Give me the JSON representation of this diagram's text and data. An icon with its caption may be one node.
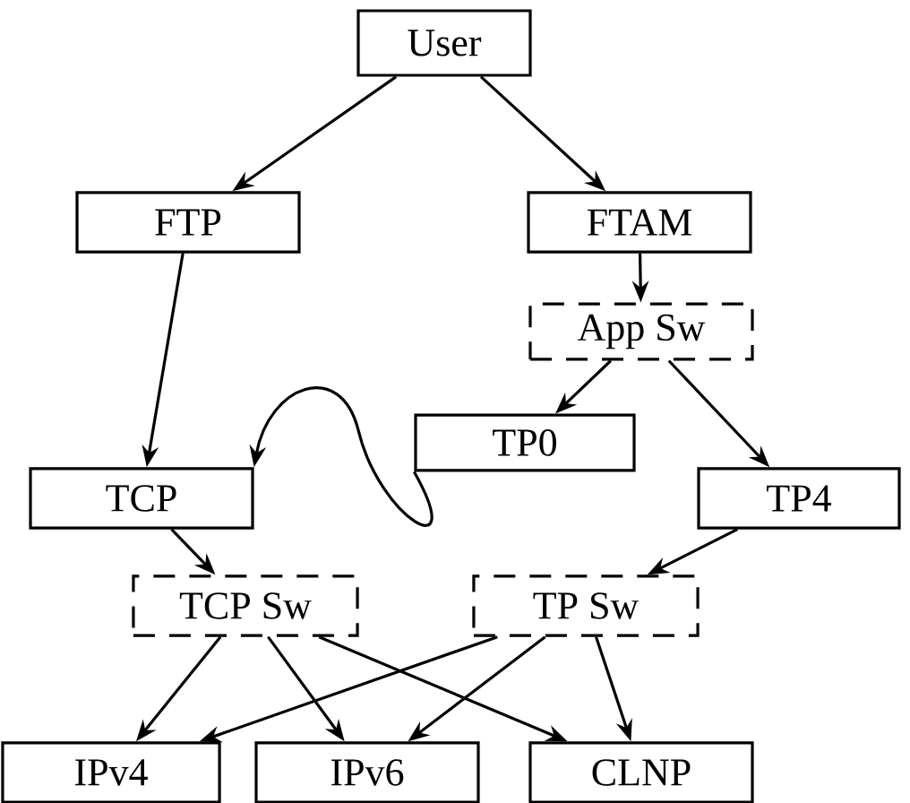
{
  "diagram": {
    "nodes": [
      {
        "text": [
          "User"
        ]
      },
      {
        "text": [
          "FTP"
        ]
      },
      {
        "text": [
          "FTAM"
        ]
      },
      {
        "text": [
          "App Sw"
        ]
      },
      {
        "text": [
          "TP0"
        ]
      },
      {
        "text": [
          "TCP"
        ]
      },
      {
        "text": [
          "TP4"
        ]
      },
      {
        "text": [
          "TCP Sw"
        ]
      },
      {
        "text": [
          "TP Sw"
        ]
      },
      {
        "text": [
          "IPv4"
        ]
      },
      {
        "text": [
          "IPv6"
        ]
      },
      {
        "text": [
          "CLNP"
        ]
      }
    ],
    "edges": [
      {
        "from": 0,
        "to": 1,
        "arrow": "to"
      },
      {
        "from": 0,
        "to": 2,
        "arrow": "to"
      },
      {
        "from": 1,
        "to": 5,
        "arrow": "to"
      },
      {
        "from": 2,
        "to": 3,
        "arrow": "to"
      },
      {
        "from": 3,
        "to": 4,
        "arrow": "to"
      },
      {
        "from": 3,
        "to": 6,
        "arrow": "to"
      },
      {
        "from": 4,
        "to": 5,
        "arrow": "to"
      },
      {
        "from": 5,
        "to": 7,
        "arrow": "to"
      },
      {
        "from": 6,
        "to": 8,
        "arrow": "to"
      },
      {
        "from": 7,
        "to": 9,
        "arrow": "to"
      },
      {
        "from": 7,
        "to": 10,
        "arrow": "to"
      },
      {
        "from": 7,
        "to": 11,
        "arrow": "to"
      },
      {
        "from": 8,
        "to": 9,
        "arrow": "to"
      },
      {
        "from": 8,
        "to": 10,
        "arrow": "to"
      },
      {
        "from": 8,
        "to": 11,
        "arrow": "to"
      }
    ]
  }
}
